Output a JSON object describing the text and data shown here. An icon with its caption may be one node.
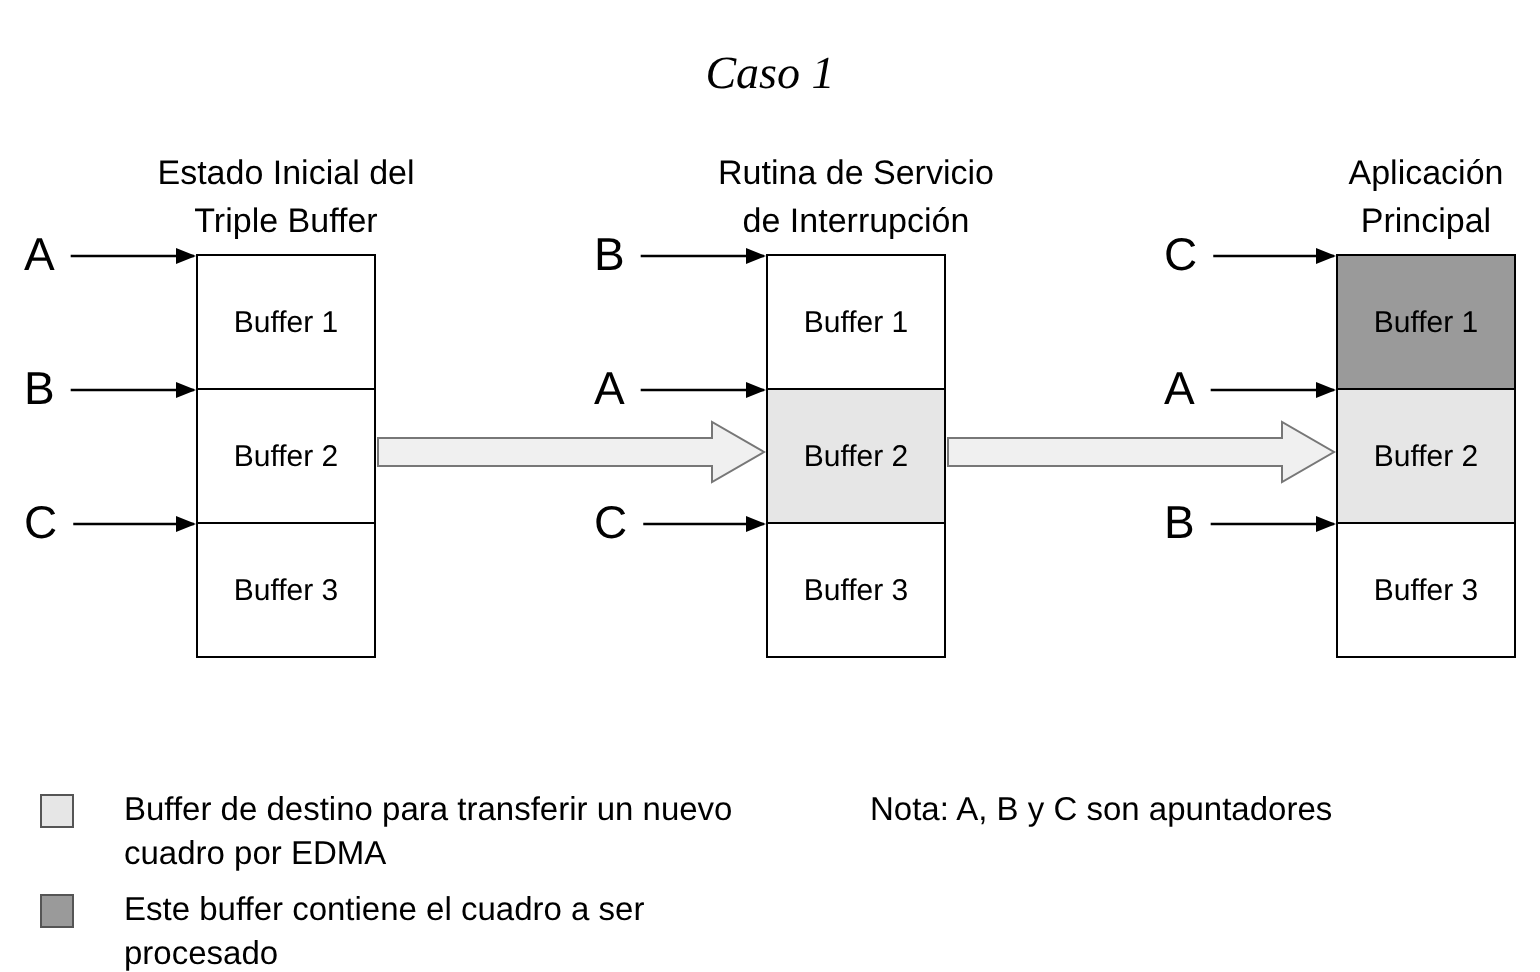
{
  "diagram": {
    "title": "Caso 1",
    "nodes": [
      {
        "text": [
          "Estado Inicial del Triple Buffer"
        ]
      },
      {
        "text": [
          "Buffer 1"
        ],
        "in": 0
      },
      {
        "text": [
          "Buffer 2"
        ],
        "in": 0
      },
      {
        "text": [
          "Buffer 3"
        ],
        "in": 0
      },
      {
        "text": [
          "A"
        ]
      },
      {
        "text": [
          "B"
        ]
      },
      {
        "text": [
          "C"
        ]
      },
      {
        "text": [
          "Rutina de Servicio de Interrupción"
        ]
      },
      {
        "text": [
          "Buffer 1"
        ],
        "in": 7
      },
      {
        "text": [
          "Buffer 2"
        ],
        "in": 7
      },
      {
        "text": [
          "Buffer 3"
        ],
        "in": 7
      },
      {
        "text": [
          "B"
        ]
      },
      {
        "text": [
          "A"
        ]
      },
      {
        "text": [
          "C"
        ]
      },
      {
        "text": [
          "Aplicación Principal"
        ]
      },
      {
        "text": [
          "Buffer 1"
        ],
        "in": 14
      },
      {
        "text": [
          "Buffer 2"
        ],
        "in": 14
      },
      {
        "text": [
          "Buffer 3"
        ],
        "in": 14
      },
      {
        "text": [
          "C"
        ]
      },
      {
        "text": [
          "A"
        ]
      },
      {
        "text": [
          "B"
        ]
      }
    ],
    "edges": [
      {
        "from": 4,
        "to": 1,
        "arrow": "to"
      },
      {
        "from": 5,
        "to": 2,
        "arrow": "to"
      },
      {
        "from": 6,
        "to": 3,
        "arrow": "to"
      },
      {
        "from": 0,
        "to": 7,
        "arrow": "to",
        "style": "thick"
      },
      {
        "from": 11,
        "to": 8,
        "arrow": "to"
      },
      {
        "from": 12,
        "to": 9,
        "arrow": "to"
      },
      {
        "from": 13,
        "to": 10,
        "arrow": "to"
      },
      {
        "from": 7,
        "to": 14,
        "arrow": "to",
        "style": "thick"
      },
      {
        "from": 18,
        "to": 15,
        "arrow": "to"
      },
      {
        "from": 19,
        "to": 16,
        "arrow": "to"
      },
      {
        "from": 20,
        "to": 17,
        "arrow": "to"
      }
    ],
    "labels": [
      "Nota: A, B y C son apuntadores"
    ],
    "legend": [
      {
        "text": "Buffer de destino para transferir un nuevo cuadro por EDMA",
        "color": "#e6e6e6"
      },
      {
        "text": "Este buffer contiene el cuadro a ser procesado",
        "color": "#9a9a9a"
      }
    ]
  }
}
